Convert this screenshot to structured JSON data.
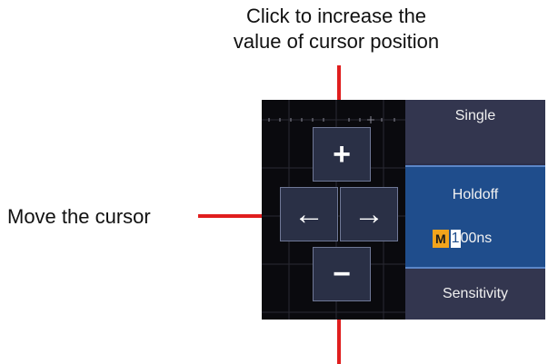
{
  "annotations": {
    "increase_caption_line1": "Click to increase the",
    "increase_caption_line2": "value of cursor position",
    "move_caption": "Move the cursor"
  },
  "keys": {
    "increase_glyph": "+",
    "decrease_glyph": "−",
    "left_glyph": "←",
    "right_glyph": "→"
  },
  "menu": {
    "single": "Single",
    "holdoff": "Holdoff",
    "holdoff_mode_badge": "M",
    "holdoff_cursor_digit": "1",
    "holdoff_value_rest": "00ns",
    "sensitivity": "Sensitivity"
  },
  "colors": {
    "callout_line": "#e01e1e",
    "menu_selected": "#1f4d8c",
    "menu_background": "#2c2f4a",
    "mode_badge": "#f2a41c",
    "screen_background": "#0a0a0e"
  }
}
